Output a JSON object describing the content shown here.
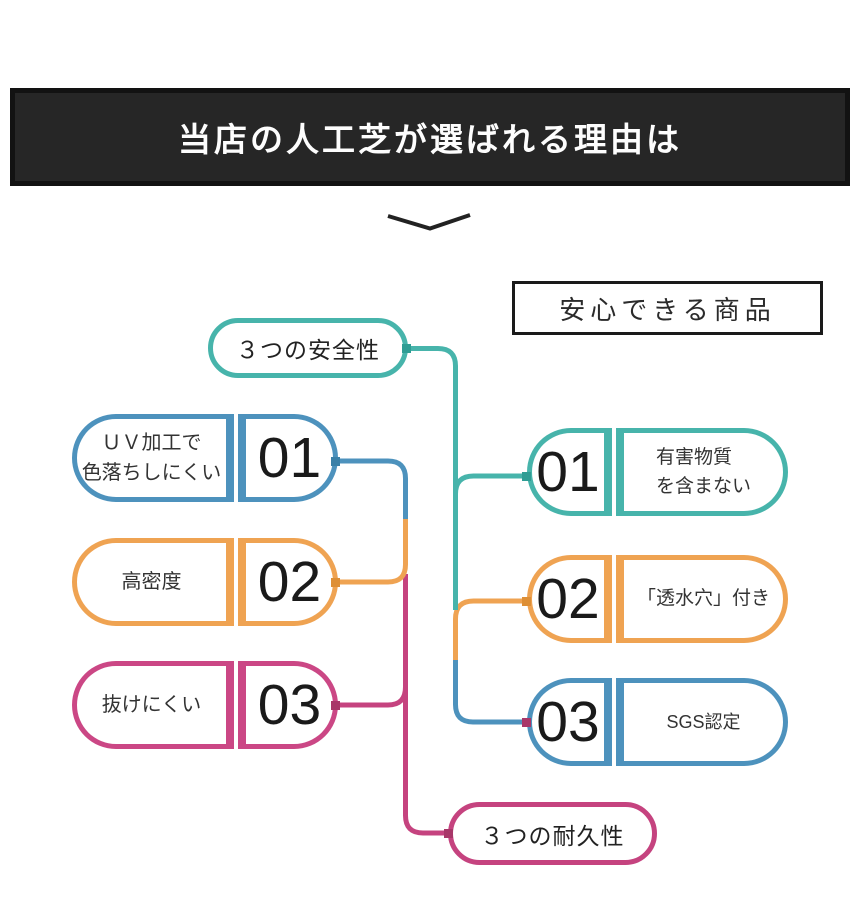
{
  "banner": {
    "title": "当店の人工芝が選ばれる理由は"
  },
  "safe_header": {
    "label": "安心できる商品"
  },
  "groups": {
    "safety": {
      "label": "３つの安全性",
      "color": "#47b4ab"
    },
    "durability": {
      "label": "３つの耐久性",
      "color": "#c5437f"
    }
  },
  "left_items": [
    {
      "number": "01",
      "line1": "ＵＶ加工で",
      "line2": "色落ちしにくい",
      "color": "#4d92bd"
    },
    {
      "number": "02",
      "line1": "高密度",
      "line2": "",
      "color": "#efa352"
    },
    {
      "number": "03",
      "line1": "抜けにくい",
      "line2": "",
      "color": "#cb4785"
    }
  ],
  "right_items": [
    {
      "number": "01",
      "line1": "有害物質",
      "line2": "を含まない",
      "color": "#47b4ab"
    },
    {
      "number": "02",
      "line1": "「透水穴」付き",
      "line2": "",
      "color": "#efa352"
    },
    {
      "number": "03",
      "line1": "SGS認定",
      "line2": "",
      "color": "#4d92bd"
    }
  ],
  "colors": {
    "teal": "#47b4ab",
    "teal_dark": "#2f9d94",
    "blue": "#4d92bd",
    "blue_dark": "#3a80a8",
    "orange": "#efa352",
    "orange_dark": "#de8f36",
    "magenta": "#c5437f",
    "magenta_dark": "#a83769",
    "chevron": "#222222",
    "banner_bg": "#262626"
  }
}
